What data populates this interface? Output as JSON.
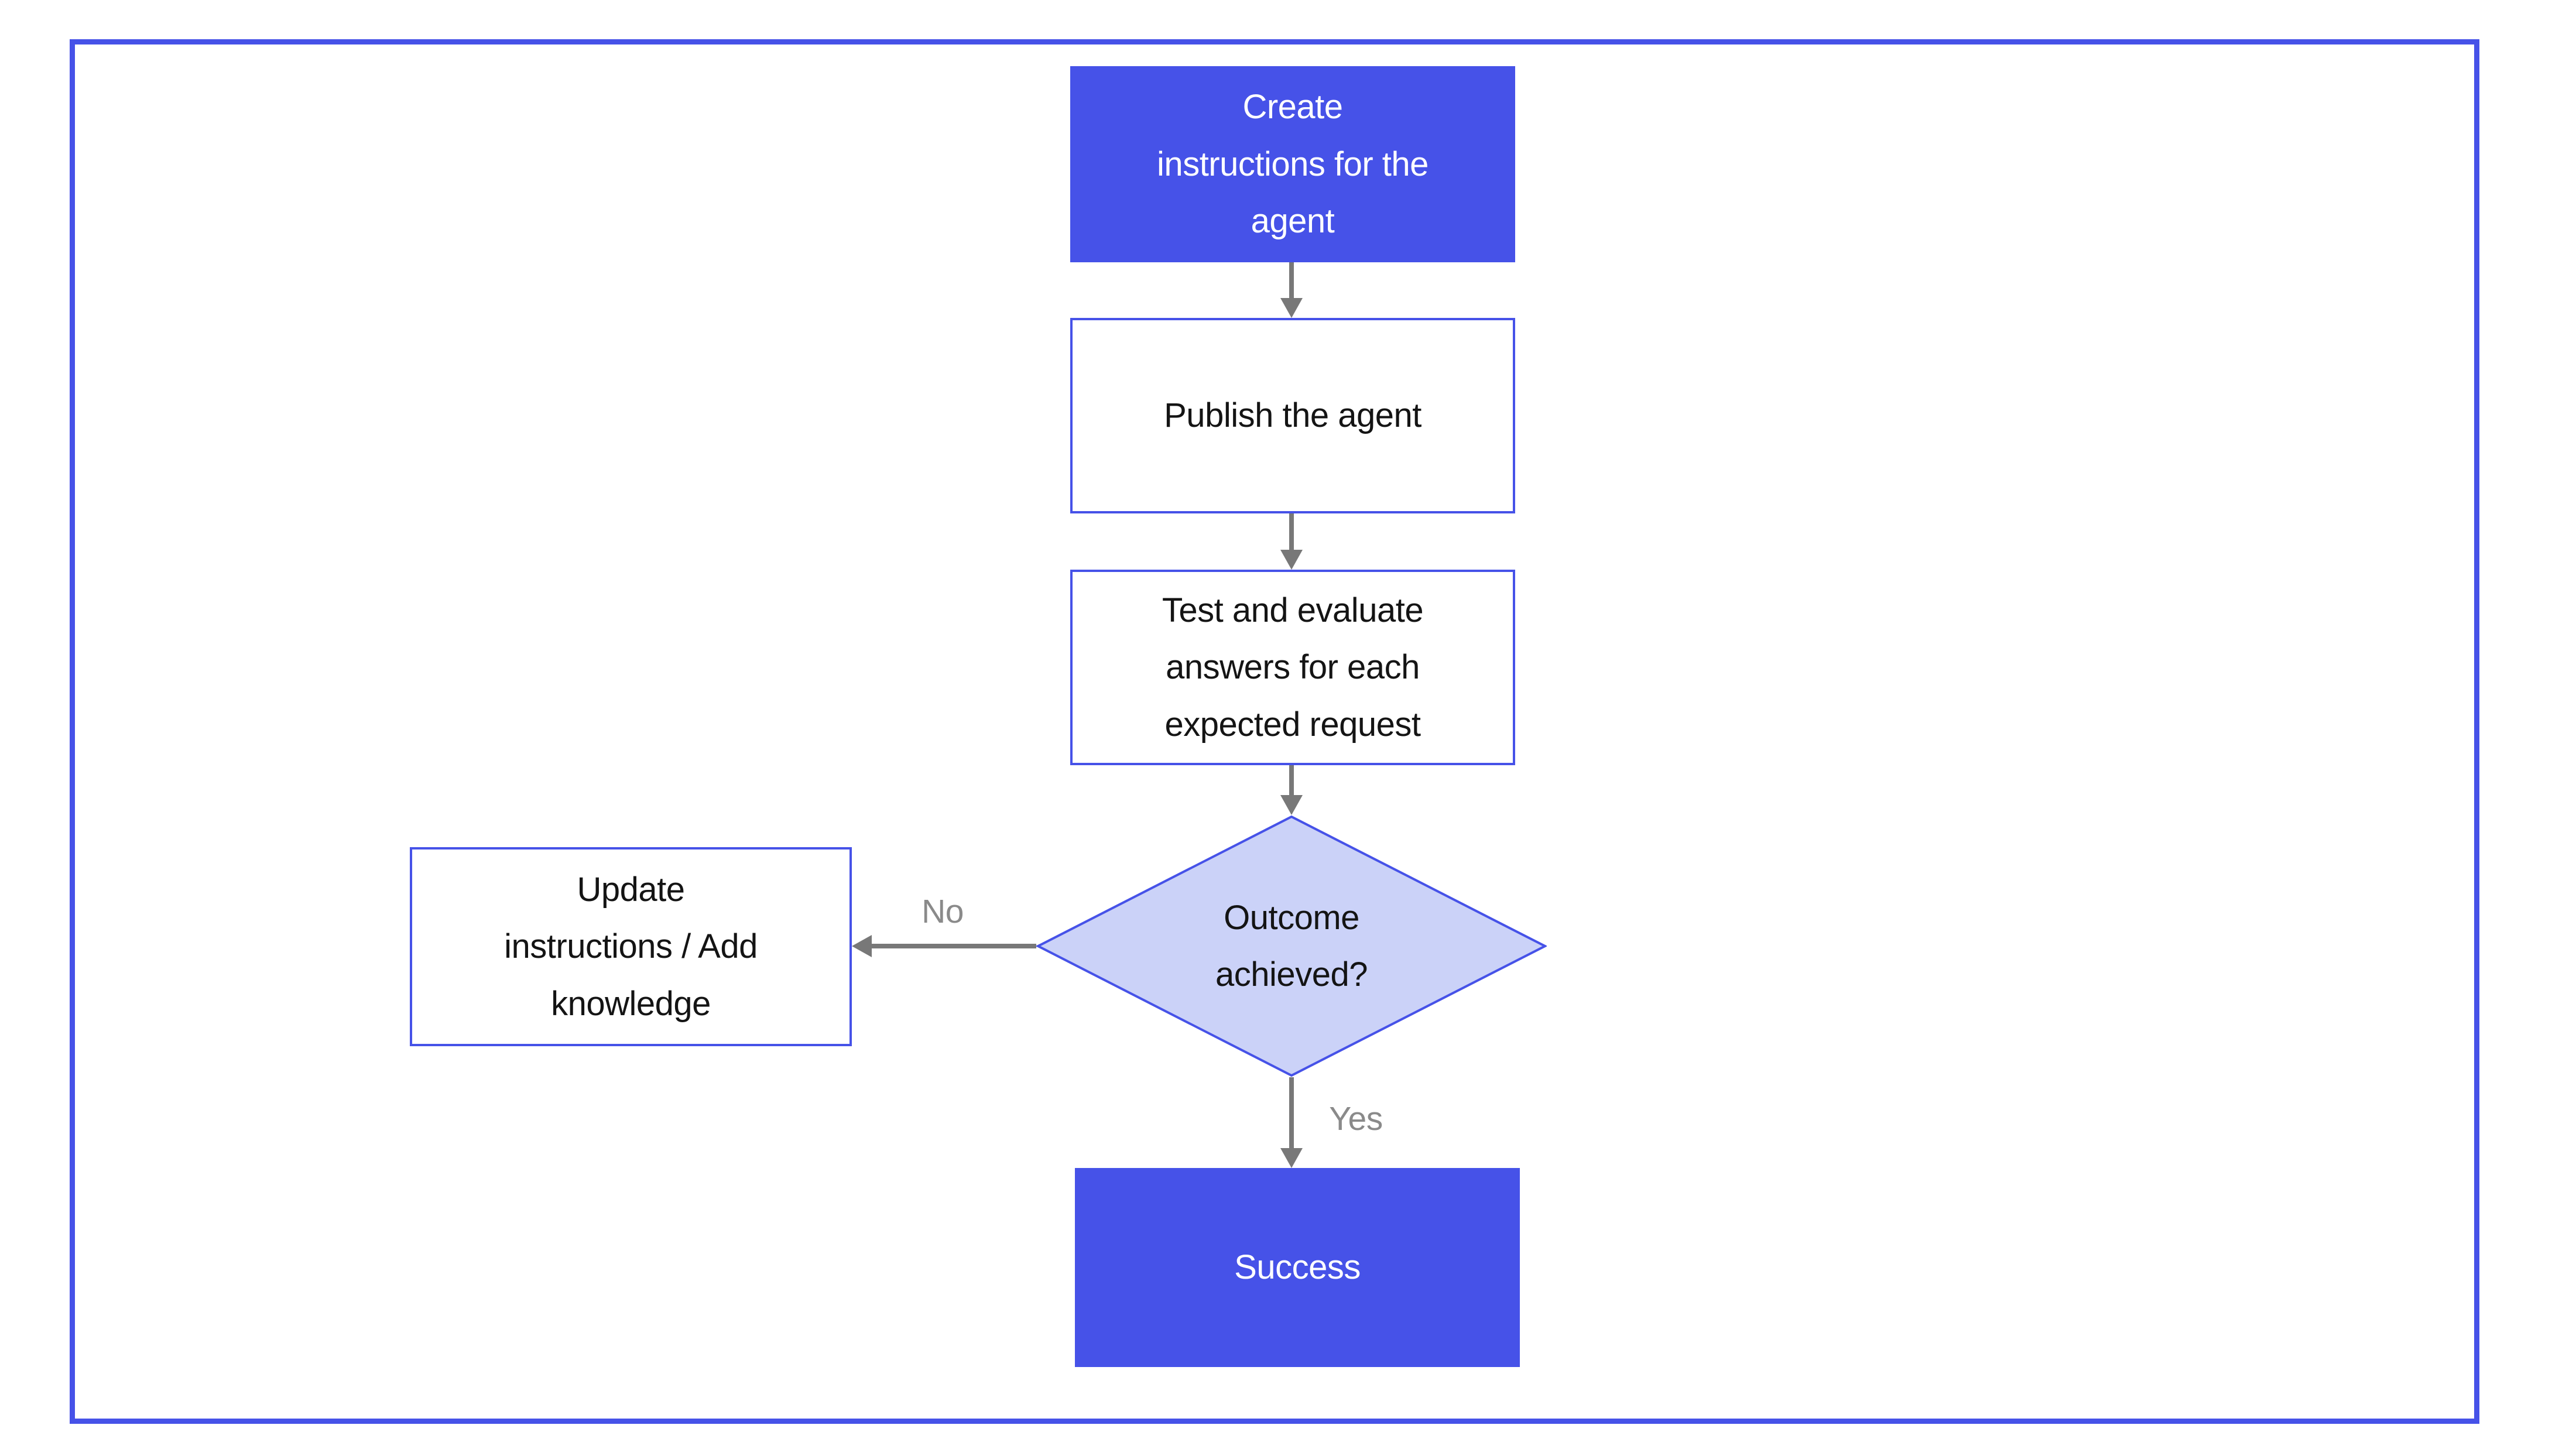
{
  "colors": {
    "accent": "#4652E8",
    "diamond-fill": "#CBD2F8",
    "arrow": "#787878",
    "edge-label": "#8A8A8A",
    "node-text": "#141414",
    "bg": "#FFFFFF"
  },
  "flowchart": {
    "nodes": {
      "create": {
        "label": "Create\ninstructions for the\nagent",
        "shape": "rectangle",
        "style": "filled"
      },
      "publish": {
        "label": "Publish the agent",
        "shape": "rectangle",
        "style": "outlined"
      },
      "test": {
        "label": "Test and evaluate\nanswers for each\nexpected request",
        "shape": "rectangle",
        "style": "outlined"
      },
      "decision": {
        "label": "Outcome\nachieved?",
        "shape": "diamond",
        "style": "light-filled"
      },
      "update": {
        "label": "Update\ninstructions / Add\nknowledge",
        "shape": "rectangle",
        "style": "outlined"
      },
      "success": {
        "label": "Success",
        "shape": "rectangle",
        "style": "filled"
      }
    },
    "edges": {
      "no": {
        "label": "No"
      },
      "yes": {
        "label": "Yes"
      }
    }
  }
}
